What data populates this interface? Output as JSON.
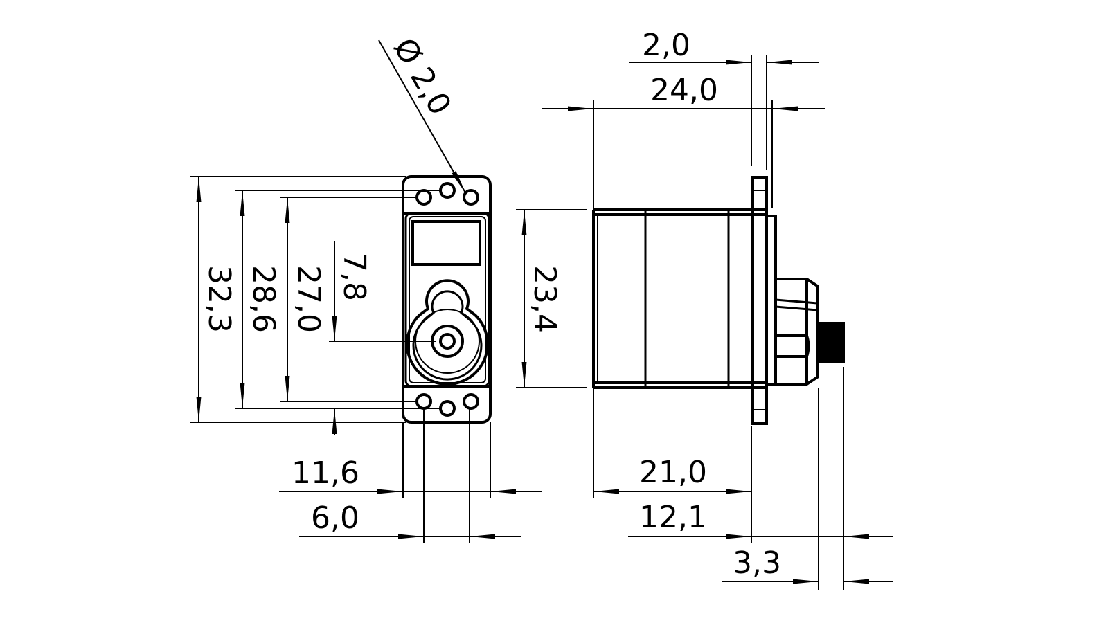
{
  "drawing": {
    "front_view": {
      "dimensions": {
        "hole_diameter": "Ø 2,0",
        "overall_height": "32,3",
        "outer_hole_spacing": "28,6",
        "inner_hole_spacing": "27,0",
        "shaft_offset": "7,8",
        "width": "11,6",
        "hole_row_spacing": "6,0"
      }
    },
    "side_view": {
      "dimensions": {
        "flange_thickness": "2,0",
        "total_length": "24,0",
        "body_height": "23,4",
        "body_length": "21,0",
        "flange_to_shaft": "12,1",
        "shaft_length": "3,3"
      }
    }
  }
}
